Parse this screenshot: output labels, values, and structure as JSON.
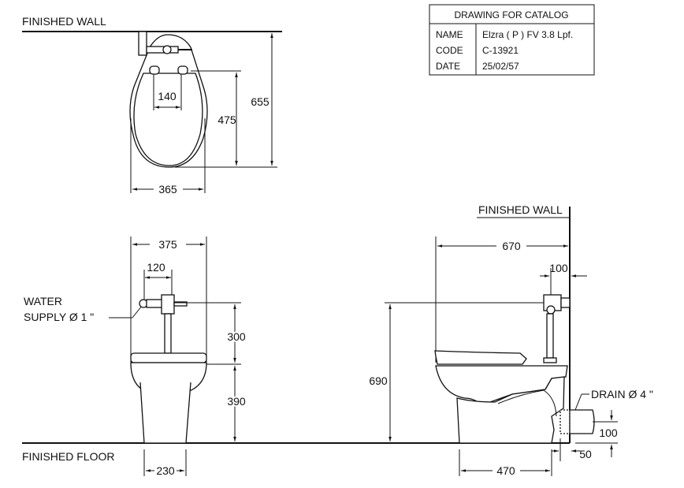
{
  "title_block": {
    "header": "DRAWING FOR CATALOG",
    "rows": [
      {
        "label": "NAME",
        "value": "Elzra ( P ) FV 3.8 Lpf."
      },
      {
        "label": "CODE",
        "value": "C-13921"
      },
      {
        "label": "DATE",
        "value": "25/02/57"
      }
    ]
  },
  "top_view": {
    "wall_label": "FINISHED WALL",
    "dims": {
      "depth_total": "655",
      "seat_depth": "475",
      "hinge_spacing": "140",
      "width": "365"
    }
  },
  "front_view": {
    "dims": {
      "width": "375",
      "supply_offset": "120",
      "valve_height": "300",
      "seat_height": "390",
      "base_width": "230"
    },
    "water_supply_line1": "WATER",
    "water_supply_line2": "SUPPLY Ø 1 \"",
    "floor_label": "FINISHED FLOOR"
  },
  "side_view": {
    "wall_label": "FINISHED WALL",
    "dims": {
      "depth": "670",
      "valve_offset": "100",
      "total_height": "690",
      "drain_height": "100",
      "drain_offset": "50",
      "base_depth": "470"
    },
    "drain_label": "DRAIN Ø 4 \""
  }
}
